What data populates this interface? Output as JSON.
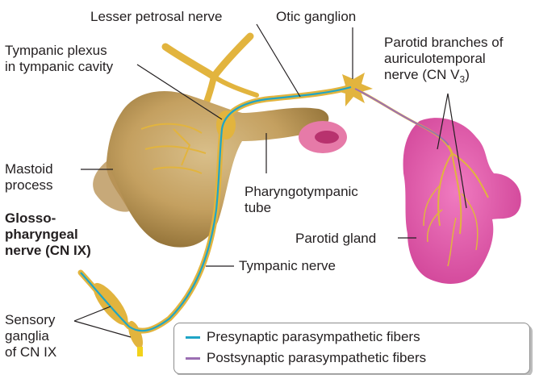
{
  "labels": {
    "lesser_petrosal_nerve": "Lesser petrosal nerve",
    "otic_ganglion": "Otic ganglion",
    "parotid_branches_line1": "Parotid branches of",
    "parotid_branches_line2": "auriculotemporal",
    "parotid_branches_line3_prefix": "nerve (CN V",
    "parotid_branches_line3_sub": "3",
    "parotid_branches_line3_suffix": ")",
    "tympanic_plexus_line1": "Tympanic plexus",
    "tympanic_plexus_line2": "in tympanic cavity",
    "mastoid_line1": "Mastoid",
    "mastoid_line2": "process",
    "pharyngotympanic_line1": "Pharyngotympanic",
    "pharyngotympanic_line2": "tube",
    "glossopharyngeal_line1": "Glosso-",
    "glossopharyngeal_line2": "pharyngeal",
    "glossopharyngeal_line3": "nerve (CN IX)",
    "parotid_gland": "Parotid gland",
    "tympanic_nerve": "Tympanic nerve",
    "sensory_ganglia_line1": "Sensory",
    "sensory_ganglia_line2": "ganglia",
    "sensory_ganglia_line3": "of CN IX"
  },
  "legend": {
    "presynaptic": "Presynaptic parasympathetic fibers",
    "postsynaptic": "Postsynaptic parasympathetic fibers"
  },
  "colors": {
    "presynaptic": "#1fa5c6",
    "postsynaptic": "#9b6fb3",
    "nerve": "#e2b43e",
    "bone": "#c9a66b",
    "gland": "#e15fa8"
  }
}
